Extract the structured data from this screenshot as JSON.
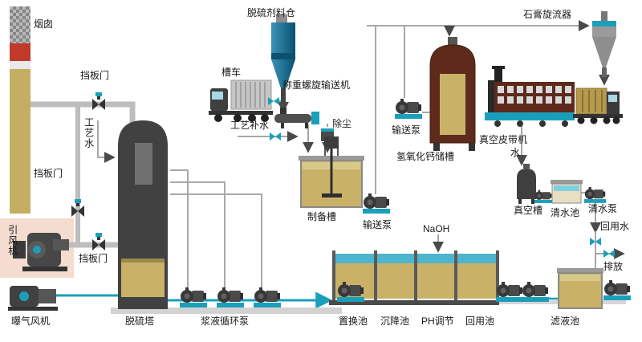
{
  "diagram": {
    "labels": {
      "chimney": "烟囱",
      "silo": "脱硫剂料仓",
      "gypsum_cyclone": "石膏旋流器",
      "tank_truck": "槽车",
      "screw_conveyor": "称重螺旋输送机",
      "damper_top": "挡板门",
      "damper_mid": "挡板门",
      "damper_bottom": "挡板门",
      "process_water": "工艺水",
      "makeup_water": "工艺补水",
      "dust_removal": "除尘",
      "transfer_pump_upper": "输送泵",
      "transfer_pump_lower": "输送泵",
      "vacuum_belt": "真空皮带机",
      "hydroxide_tank": "氢氧化钙储槽",
      "water": "水",
      "id_fan": "引风机",
      "prep_tank": "制备槽",
      "naoh": "NaOH",
      "vacuum_tank": "真空槽",
      "clean_pool": "清水池",
      "clean_pump": "清水泵",
      "reuse_water": "回用水",
      "discharge": "排放",
      "aeration_blower": "曝气风机",
      "fgd_tower": "脱硫塔",
      "slurry_pump": "浆液循环泵",
      "replacement_pool": "置换池",
      "settling_pool": "沉降池",
      "ph_adjust": "PH调节",
      "reuse_pool": "回用池",
      "filtrate_pool": "滤液池"
    },
    "colors": {
      "pipe_gray": "#bdbdbd",
      "teal": "#1a9fba",
      "tan": "#c9b267",
      "equipment_dark": "#3f3f3f",
      "maroon": "#5d2a1c",
      "chimney_red": "#c0392b",
      "fan_room_pink": "#f5dcd0",
      "silo_blue": "#1f7ca3"
    }
  }
}
